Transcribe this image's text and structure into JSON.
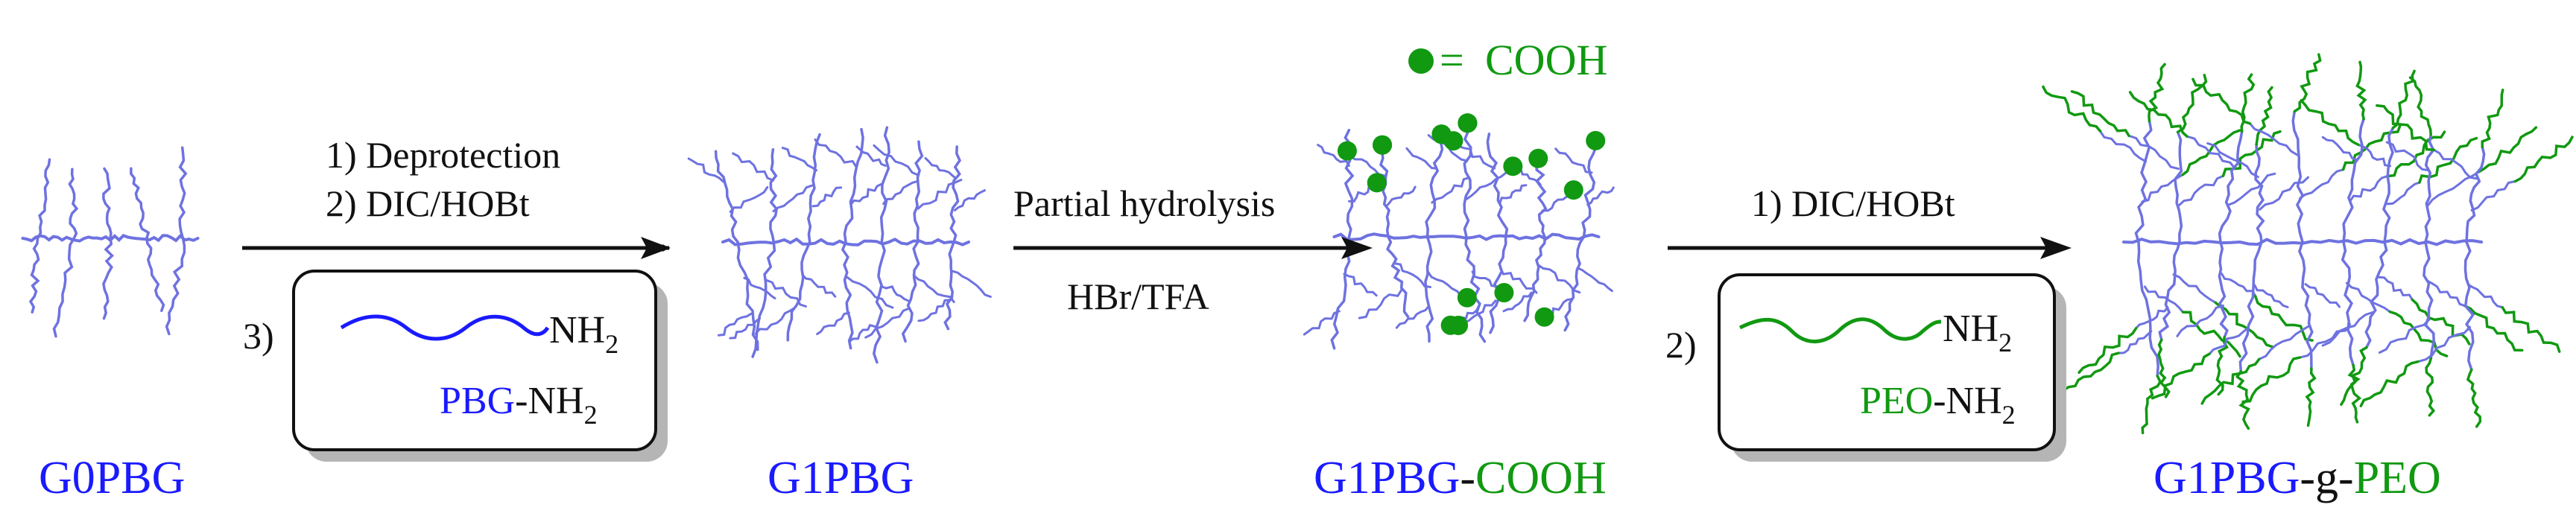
{
  "colors": {
    "polymer_blue": "#6e72e0",
    "label_blue": "#1a1aff",
    "green": "#119911",
    "black": "#111111",
    "box_shadow": "#b5b5b5"
  },
  "legend": {
    "symbol": "green-dot-icon",
    "equals": "=",
    "text": "COOH"
  },
  "species": {
    "g0": "G0PBG",
    "g1": "G1PBG",
    "g1_cooh_a": "G1PBG",
    "g1_cooh_b": "-",
    "g1_cooh_c": "COOH",
    "final_a": "G1PBG",
    "final_b": "-g-",
    "final_c": "PEO"
  },
  "step1": {
    "line1": "1) Deprotection",
    "line2": "2) DIC/HOBt",
    "num3": "3)",
    "reagent_formula": "NH",
    "reagent_sub": "2",
    "reagent_name_a": "PBG",
    "reagent_name_b": "-NH",
    "reagent_name_sub": "2"
  },
  "step2": {
    "line1": "Partial hydrolysis",
    "line2": "HBr/TFA"
  },
  "step3": {
    "line1": "1) DIC/HOBt",
    "num2": "2)",
    "reagent_formula": "NH",
    "reagent_sub": "2",
    "reagent_name_a": "PEO",
    "reagent_name_b": "-NH",
    "reagent_name_sub": "2"
  }
}
